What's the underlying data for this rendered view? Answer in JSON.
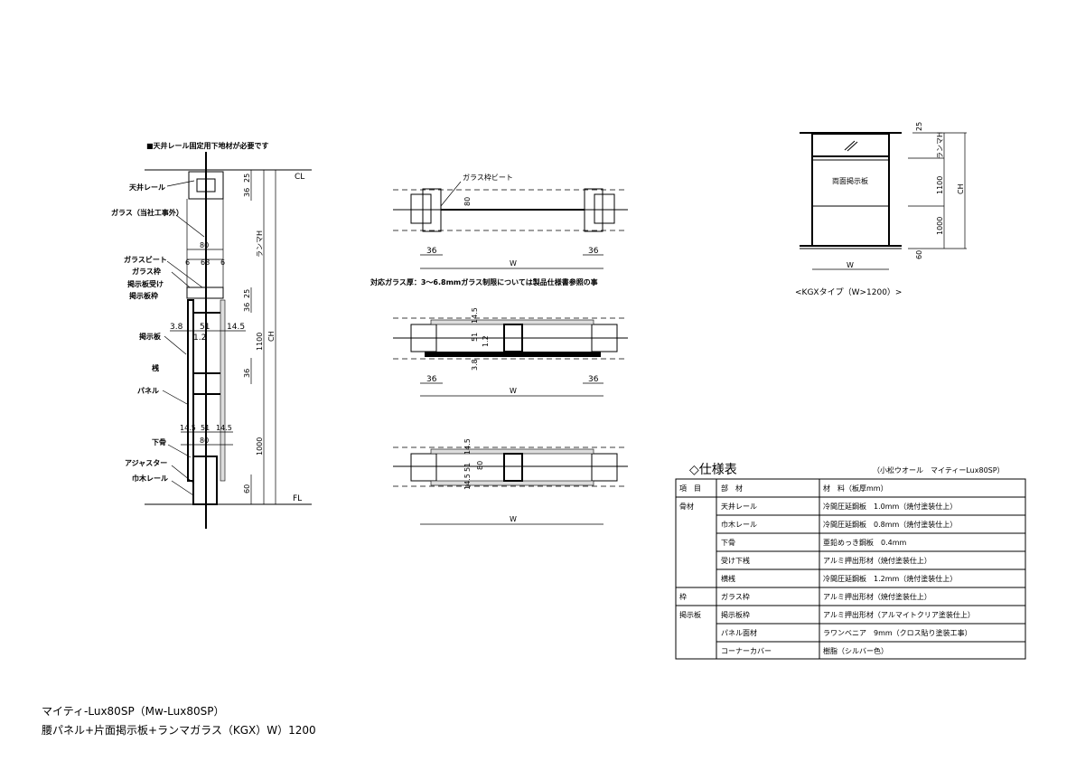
{
  "section": {
    "note": "■天井レール固定用下地材が必要です",
    "labels": [
      "天井レール",
      "ガラス（当社工事外）",
      "ガラスビート",
      "ガラス枠",
      "掲示板受け",
      "掲示板枠",
      "掲示板",
      "桟",
      "パネル",
      "下骨",
      "アジャスター",
      "巾木レール"
    ],
    "dims": {
      "d25a": "25",
      "d36a": "36",
      "d80a": "80",
      "d6a": "6",
      "d68": "68",
      "d6b": "6",
      "d25b": "25",
      "d36b": "36",
      "d38": "3.8",
      "d51a": "51",
      "d12": "1.2",
      "d145a": "14.5",
      "d36c": "36",
      "d145b": "14.5",
      "d51b": "51",
      "d145c": "14.5",
      "d80b": "80",
      "d60": "60",
      "d1100": "1100",
      "d1000": "1000",
      "ranma": "ランマH",
      "ch": "CH",
      "cl": "CL",
      "fl": "FL"
    }
  },
  "plan1": {
    "label": "ガラス枠ビート",
    "d80": "80",
    "d36l": "36",
    "d36r": "36",
    "w": "W",
    "note": "対応ガラス厚：3～6.8mmガラス制限については製品仕様書参照の事"
  },
  "plan2": {
    "d145": "14.5",
    "d51": "51",
    "d12": "1.2",
    "d38": "3.8",
    "d36l": "36",
    "d36r": "36",
    "w": "W"
  },
  "plan3": {
    "d145a": "14.5",
    "d51": "51",
    "d145b": "14.5",
    "d80": "80",
    "w": "W"
  },
  "elevation": {
    "d25": "25",
    "ranma": "ランマH",
    "d1100": "1100",
    "ch": "CH",
    "d1000": "1000",
    "d60": "60",
    "board": "両面掲示板",
    "w": "W",
    "caption": "<KGXタイプ（W>1200）>"
  },
  "spec": {
    "title": "◇仕様表",
    "subtitle": "（小松ウオール　マイティーLux80SP）",
    "headers": [
      "項　目",
      "部　材",
      "材　料（板厚mm）"
    ],
    "rows": [
      [
        "骨材",
        "天井レール",
        "冷間圧延鋼板　1.0mm（焼付塗装仕上）"
      ],
      [
        "",
        "巾木レール",
        "冷間圧延鋼板　0.8mm（焼付塗装仕上）"
      ],
      [
        "",
        "下骨",
        "亜鉛めっき鋼板　0.4mm"
      ],
      [
        "",
        "受け下桟",
        "アルミ押出形材（焼付塗装仕上）"
      ],
      [
        "",
        "横桟",
        "冷間圧延鋼板　1.2mm（焼付塗装仕上）"
      ],
      [
        "枠",
        "ガラス枠",
        "アルミ押出形材（焼付塗装仕上）"
      ],
      [
        "掲示板",
        "掲示板枠",
        "アルミ押出形材（アルマイトクリア塗装仕上）"
      ],
      [
        "",
        "パネル面材",
        "ラワンベニア　9mm（クロス貼り塗装工事）"
      ],
      [
        "",
        "コーナーカバー",
        "樹脂（シルバー色）"
      ]
    ]
  },
  "title": {
    "line1": "マイティ-Lux80SP（Mw-Lux80SP）",
    "line2": "腰パネル+片面掲示板+ランマガラス（KGX）W）1200"
  }
}
